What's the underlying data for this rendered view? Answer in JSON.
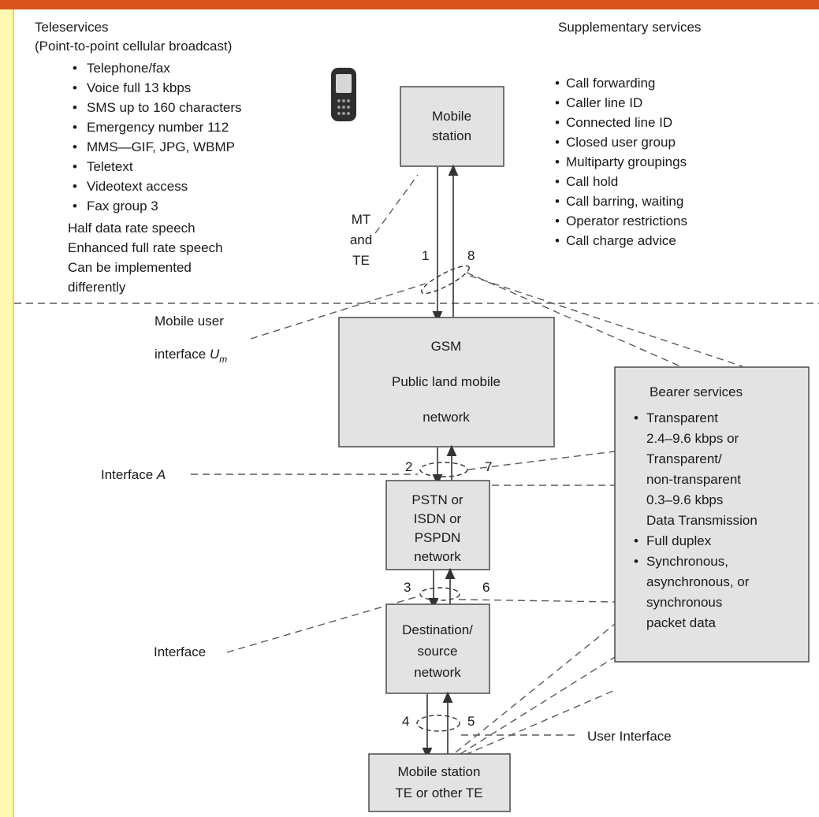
{
  "teleservices": {
    "title": "Teleservices",
    "subtitle": "(Point-to-point cellular broadcast)",
    "items": [
      "Telephone/fax",
      "Voice full 13 kbps",
      "SMS up to 160 characters",
      "Emergency number 112",
      "MMS—GIF, JPG, WBMP",
      "Teletext",
      "Videotext access",
      "Fax group 3"
    ],
    "notes": [
      "Half data rate speech",
      "Enhanced full rate speech",
      "Can be implemented",
      "differently"
    ]
  },
  "supplementary": {
    "title": "Supplementary services",
    "items": [
      "Call forwarding",
      "Caller line ID",
      "Connected line ID",
      "Closed user group",
      "Multiparty groupings",
      "Call hold",
      "Call barring, waiting",
      "Operator restrictions",
      "Call charge advice"
    ]
  },
  "boxes": {
    "mobile_station": [
      "Mobile",
      "station"
    ],
    "gsm": [
      "GSM",
      "Public land mobile",
      "network"
    ],
    "pstn": [
      "PSTN or",
      "ISDN or",
      "PSPDN",
      "network"
    ],
    "destination": [
      "Destination/",
      "source",
      "network"
    ],
    "end_station": [
      "Mobile station",
      "TE or other TE"
    ]
  },
  "bearer": {
    "title": "Bearer services",
    "bullet1": [
      "Transparent",
      "2.4–9.6 kbps or",
      "Transparent/",
      "non-transparent",
      "0.3–9.6 kbps",
      "Data Transmission"
    ],
    "bullet2": [
      "Full duplex"
    ],
    "bullet3": [
      "Synchronous,",
      "asynchronous, or",
      "synchronous",
      "packet data"
    ]
  },
  "labels": {
    "mt_te": [
      "MT",
      "and",
      "TE"
    ],
    "mobile_user_interface": "Mobile user",
    "interface_um_prefix": "interface ",
    "interface_um_var": "U",
    "interface_um_sub": "m",
    "interface_a_prefix": "Interface ",
    "interface_a_var": "A",
    "interface": "Interface",
    "user_interface": "User Interface"
  },
  "numbers": [
    "1",
    "2",
    "3",
    "4",
    "5",
    "6",
    "7",
    "8"
  ],
  "colors": {
    "top_bar": "#d8541c",
    "left_bar": "#fff8b0",
    "box_fill": "#e3e3e3"
  }
}
